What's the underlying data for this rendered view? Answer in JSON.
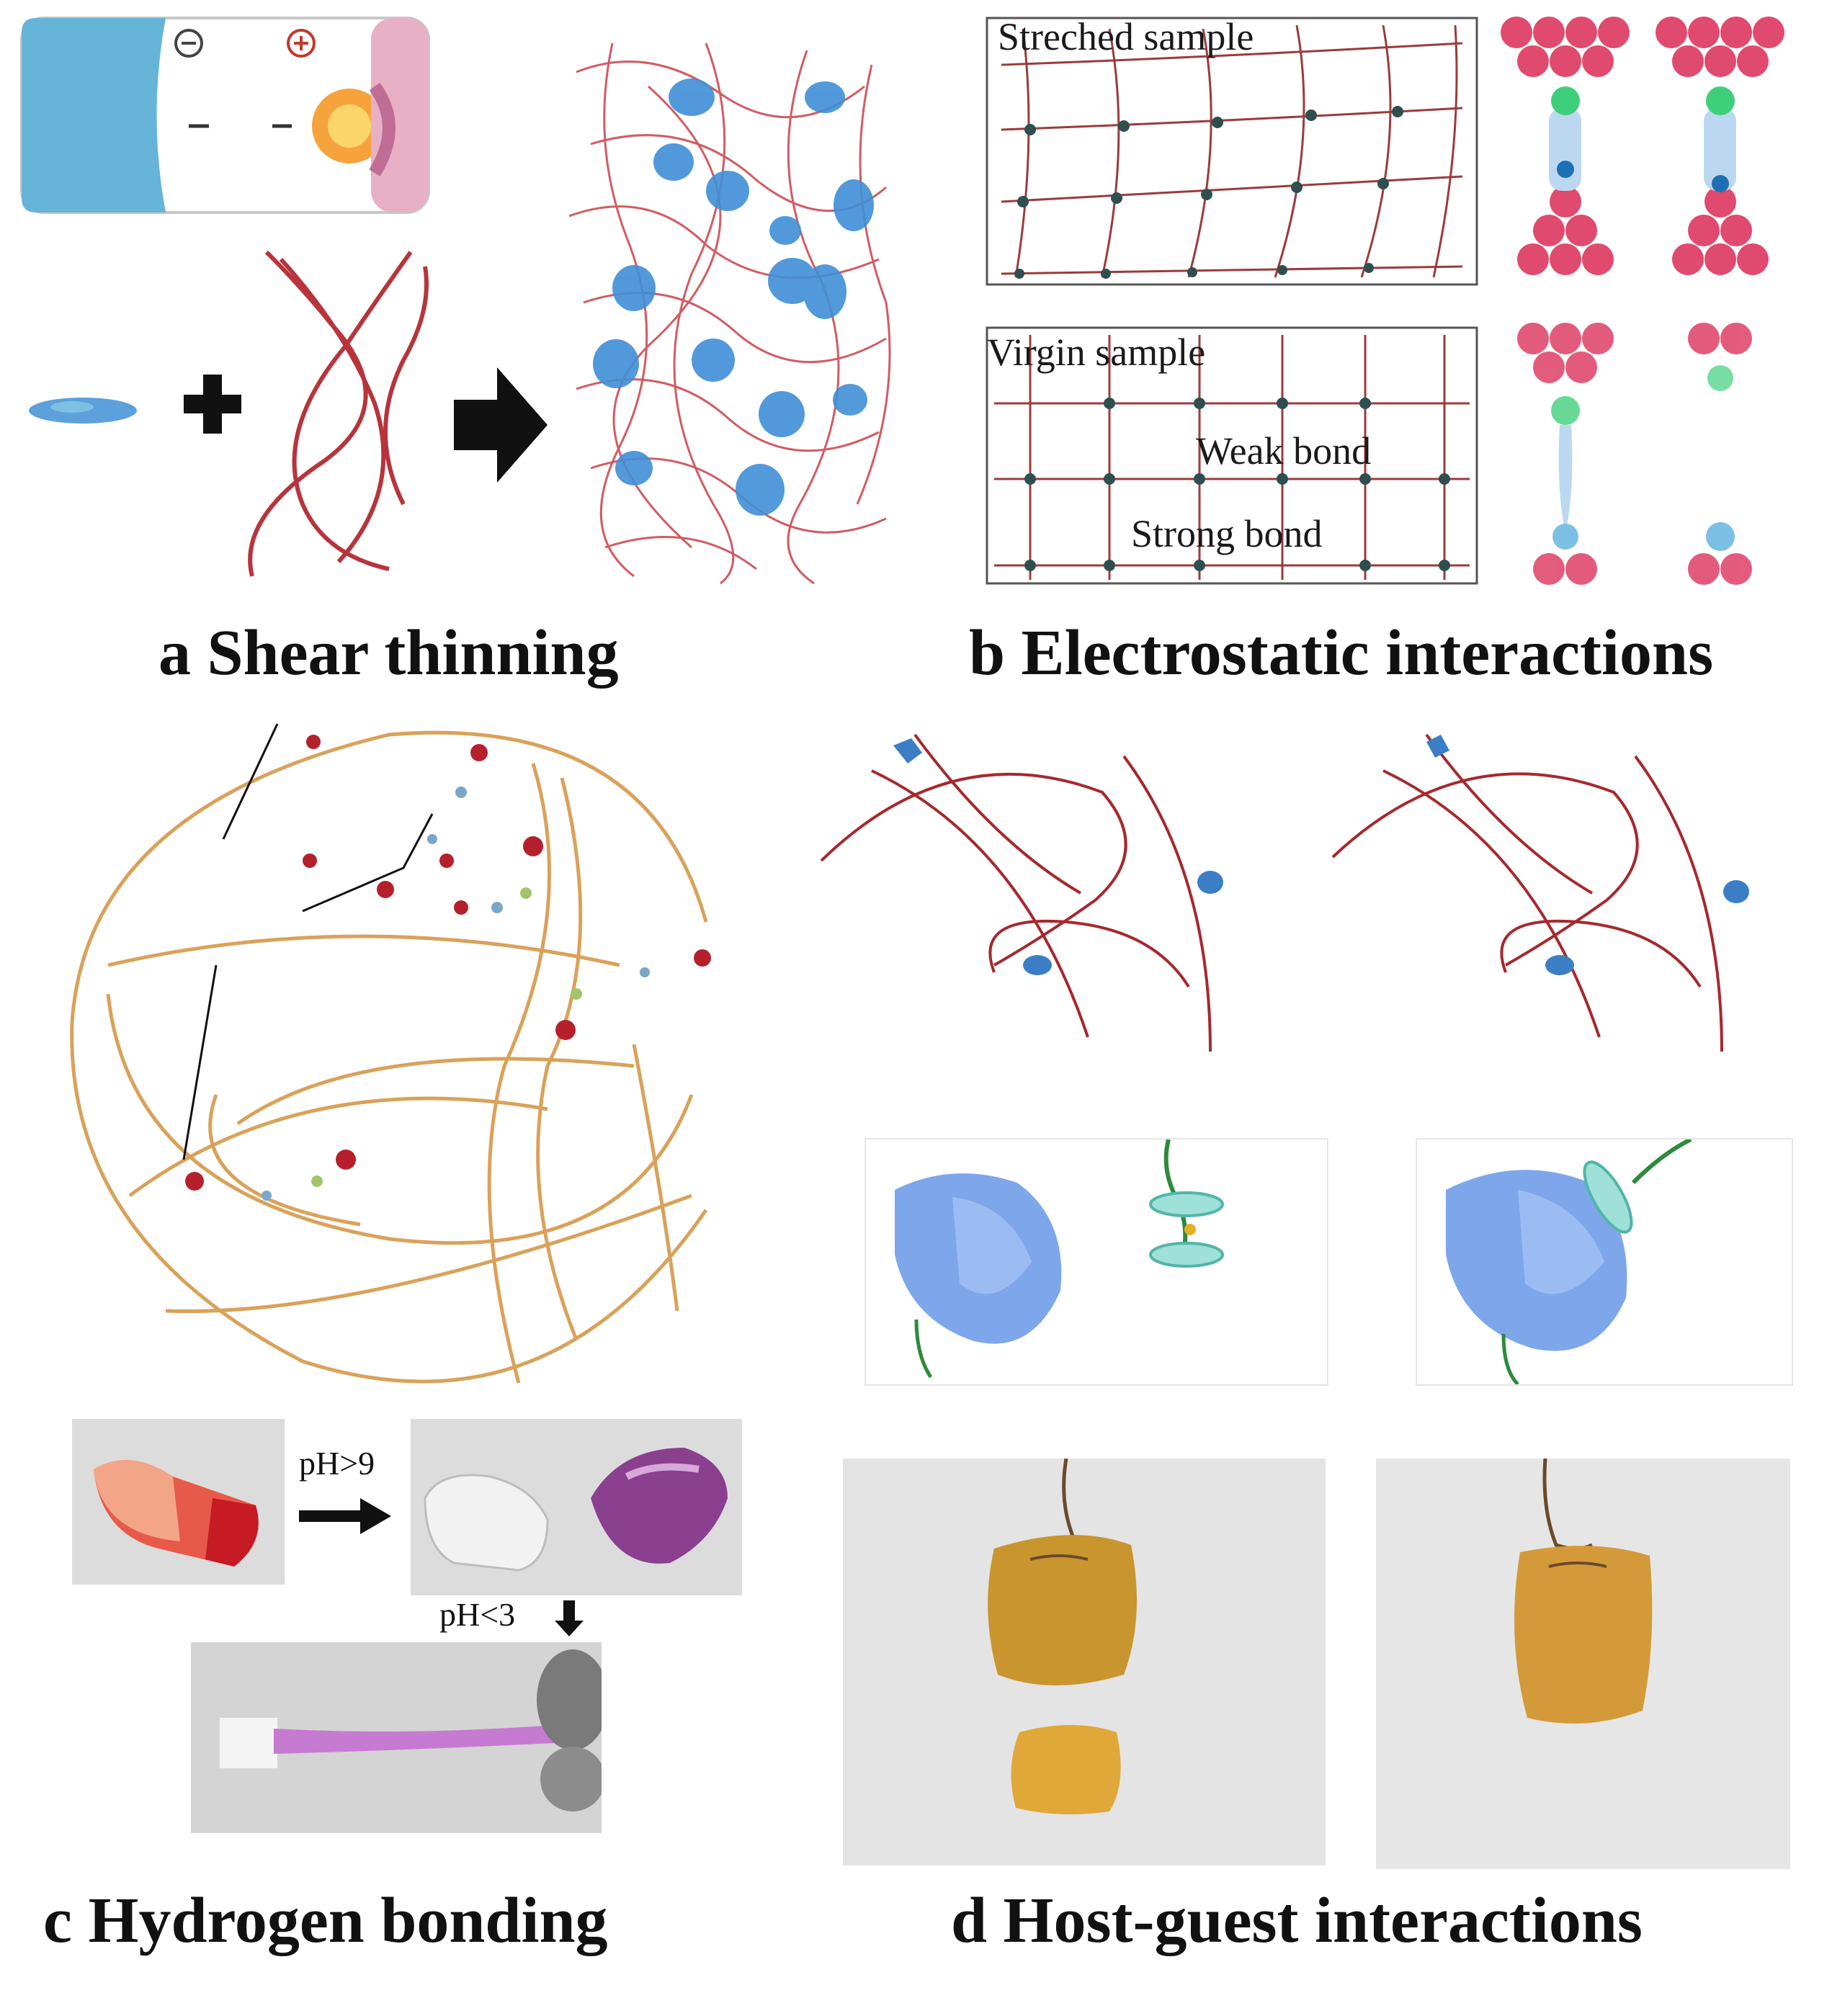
{
  "panels": {
    "a": {
      "caption": "a Shear thinning"
    },
    "b": {
      "caption": "b Electrostatic interactions",
      "stretched_label": "Streched sample",
      "virgin_label": "Virgin sample",
      "weak_bond_label": "Weak bond",
      "strong_bond_label": "Strong bond"
    },
    "c": {
      "caption": "c Hydrogen bonding",
      "ph_high_label": "pH>9",
      "ph_low_label": "pH<3"
    },
    "d": {
      "caption": "d Host-guest interactions"
    }
  },
  "colors": {
    "chain_red": "#b8343c",
    "particle_blue": "#3f8fd6",
    "light_blue": "#7cc0e6",
    "pink_bead": "#e04a6e",
    "green_bead": "#3ecf7a",
    "orange_fiber": "#d9a25a",
    "gel_blue": "#6f9de8",
    "gel_orange": "#d49a3a"
  }
}
